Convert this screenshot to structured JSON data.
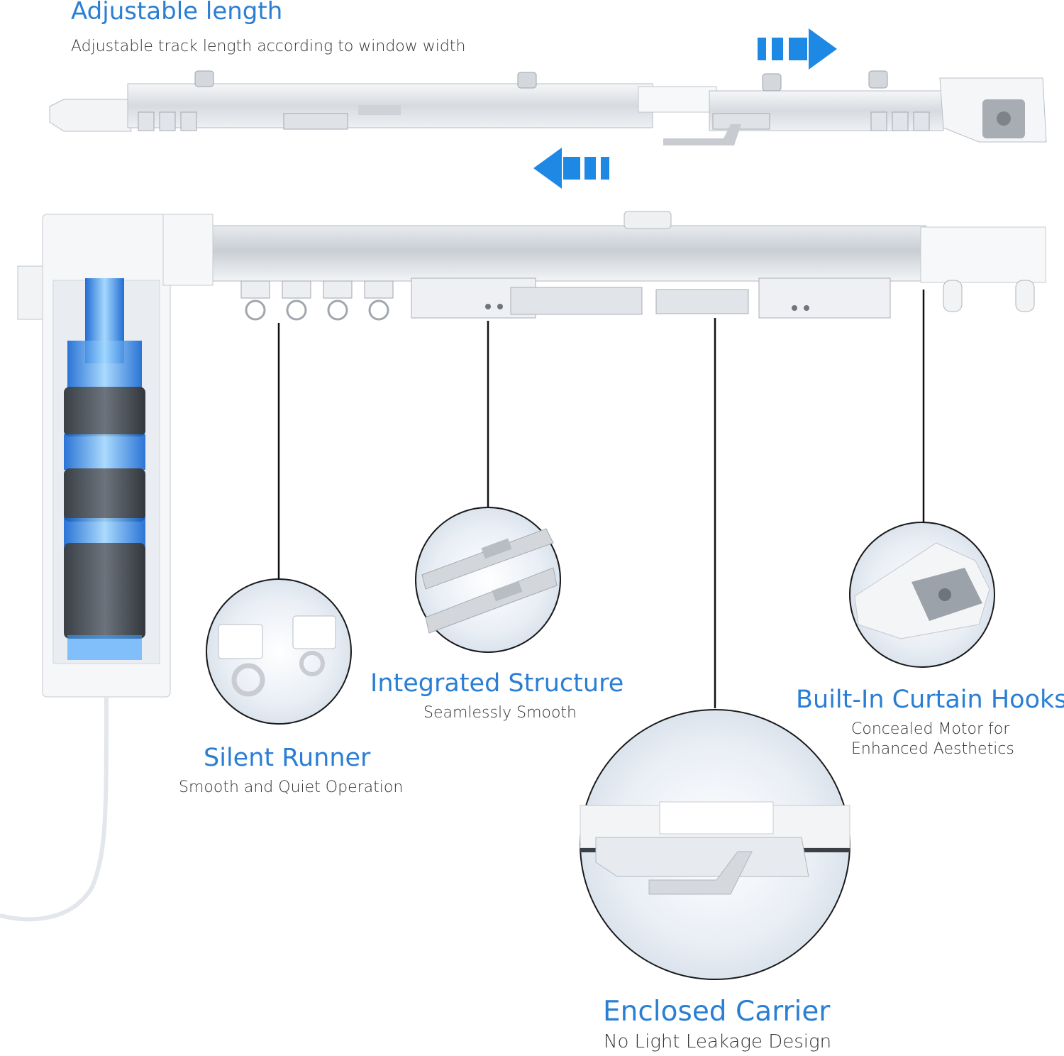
{
  "header": {
    "title": "Adjustable length",
    "subtitle": "Adjustable track length according to window width"
  },
  "features": [
    {
      "title": "Silent Runner",
      "description": "Smooth and Quiet Operation"
    },
    {
      "title": "Integrated Structure",
      "description": "Seamlessly Smooth"
    },
    {
      "title": "Built-In Curtain Hooks",
      "description": "Concealed Motor for Enhanced Aesthetics"
    },
    {
      "title": "Enclosed Carrier",
      "description": "No Light Leakage Design"
    }
  ],
  "colors": {
    "accent": "#2a7fd4",
    "arrow": "#1e88e5",
    "text": "#333333",
    "motor_glow": "#3aa0ff"
  },
  "icons": [
    "arrow-right-icon",
    "arrow-left-icon"
  ]
}
